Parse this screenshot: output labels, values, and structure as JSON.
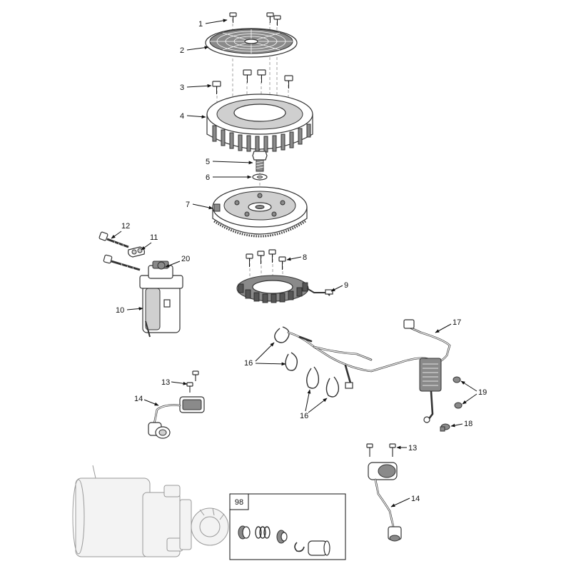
{
  "callouts": {
    "c1": "1",
    "c2": "2",
    "c3": "3",
    "c4": "4",
    "c5": "5",
    "c6": "6",
    "c7": "7",
    "c8": "8",
    "c9": "9",
    "c10": "10",
    "c11": "11",
    "c12": "12",
    "c13a": "13",
    "c13b": "13",
    "c14a": "14",
    "c14b": "14",
    "c16a": "16",
    "c16b": "16",
    "c17": "17",
    "c18": "18",
    "c19": "19",
    "c20": "20"
  },
  "kit_box": {
    "label": "98"
  }
}
